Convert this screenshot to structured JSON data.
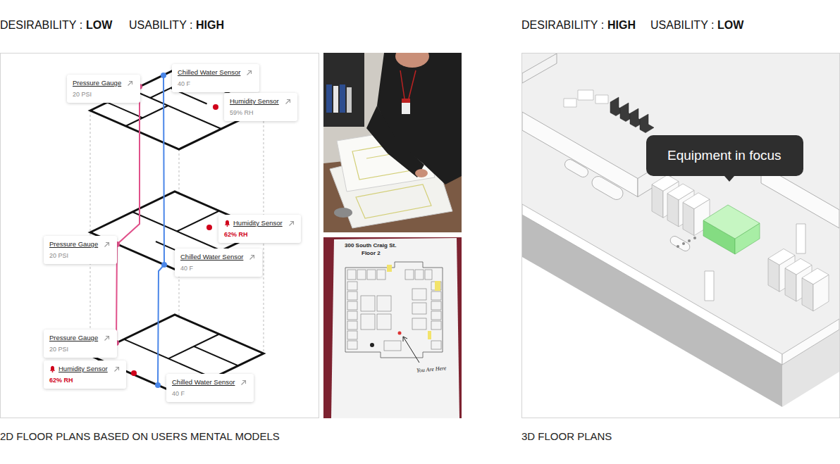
{
  "diagram": {
    "nodes": [
      {
        "text": [
          "Pressure Gauge",
          "20 PSI"
        ]
      },
      {
        "text": [
          "Chilled Water Sensor",
          "40 F"
        ]
      },
      {
        "text": [
          "Humidity Sensor",
          "59% RH"
        ]
      },
      {
        "text": [
          "Humidity Sensor",
          "62% RH"
        ]
      },
      {
        "text": [
          "Pressure Gauge",
          "20 PSI"
        ]
      },
      {
        "text": [
          "Chilled Water Sensor",
          "40 F"
        ]
      },
      {
        "text": [
          "Pressure Gauge",
          "20 PSI"
        ]
      },
      {
        "text": [
          "Humidity Sensor",
          "62% RH"
        ]
      },
      {
        "text": [
          "Chilled Water Sensor",
          "40 F"
        ]
      },
      {
        "text": [
          "Equipment in focus"
        ]
      }
    ],
    "labels": [
      "DESIRABILITY :",
      "LOW",
      "USABILITY :",
      "HIGH",
      "DESIRABILITY :",
      "HIGH",
      "USABILITY :",
      "LOW",
      "300 South Craig St.",
      "Floor 2",
      "You Are Here",
      "2D FLOOR PLANS BASED ON USERS MENTAL MODELS",
      "3D FLOOR PLANS"
    ]
  }
}
